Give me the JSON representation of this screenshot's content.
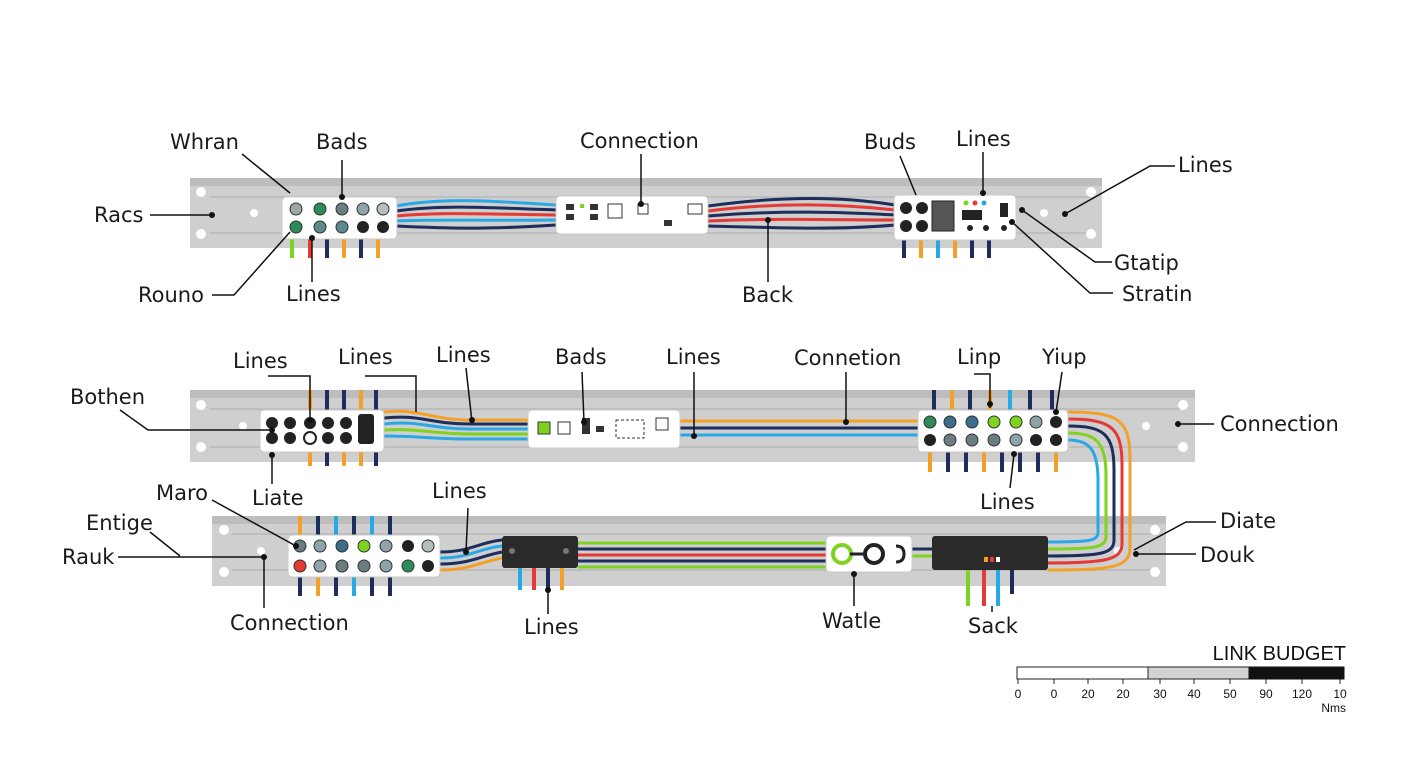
{
  "colors": {
    "rack": "#cfcfcf",
    "rack_edge": "#b9b9b9",
    "navy": "#1d2d5c",
    "red": "#e53935",
    "blue": "#29a8e6",
    "orange": "#f4a028",
    "green": "#7ed321",
    "black": "#222222"
  },
  "labels": {
    "whran": "Whran",
    "bads_top": "Bads",
    "connection_top": "Connection",
    "buds": "Buds",
    "lines_top_mid": "Lines",
    "lines_top_right": "Lines",
    "racs": "Racs",
    "rouno": "Rouno",
    "lines_row1": "Lines",
    "back": "Back",
    "gtatip": "Gtatip",
    "stratin": "Stratin",
    "lines_r2_a": "Lines",
    "lines_r2_b": "Lines",
    "lines_r2_c": "Lines",
    "bads_r2": "Bads",
    "lines_r2_d": "Lines",
    "connetion": "Connetion",
    "linp": "Linp",
    "yiup": "Yiup",
    "bothen": "Bothen",
    "connection_r2": "Connection",
    "liate": "Liate",
    "lines_r2_e": "Lines",
    "maro": "Maro",
    "lines_r3_top": "Lines",
    "entige": "Entige",
    "diate": "Diate",
    "rauk": "Rauk",
    "douk": "Douk",
    "connection_r3": "Connection",
    "lines_r3_bottom": "Lines",
    "watle": "Watle",
    "sack": "Sack"
  },
  "link_budget": {
    "title": "LINK BUDGET",
    "ticks": [
      "0",
      "0",
      "20",
      "20",
      "30",
      "40",
      "50",
      "90",
      "120",
      "10"
    ],
    "unit": "Nms"
  }
}
